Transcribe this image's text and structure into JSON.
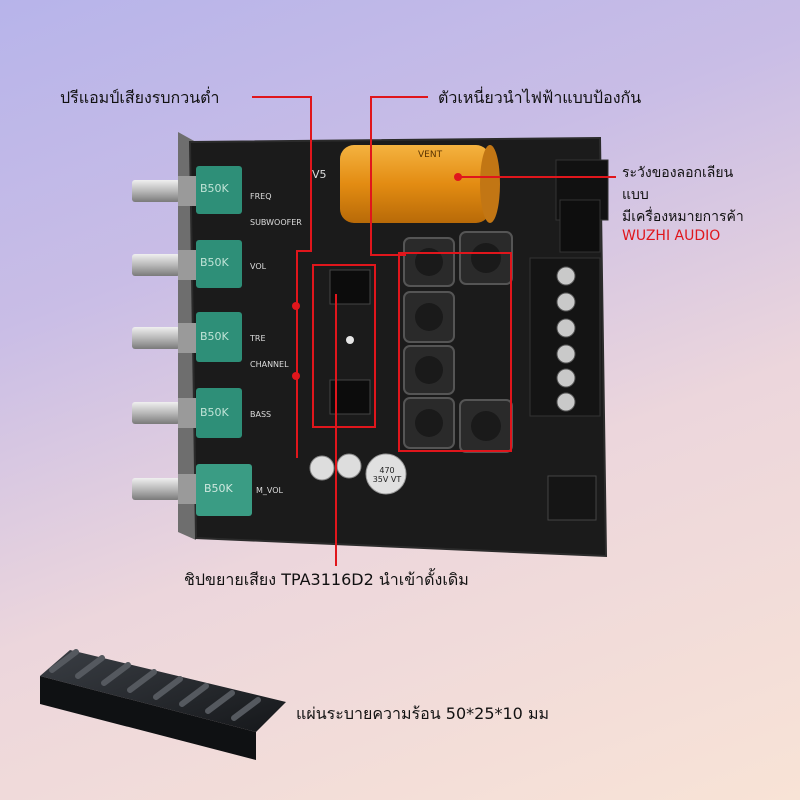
{
  "labels": {
    "preamp": "ปรีแอมป์เสียงรบกวนต่ำ",
    "capacitor": "ตัวเหนี่ยวนำไฟฟ้าแบบป้องกัน",
    "fake_line1": "ระวังของลอกเลียน",
    "fake_line2": "แบบ",
    "fake_line3": "มีเครื่องหมายการค้า",
    "brand": "WUZHI AUDIO",
    "chip": "ชิปขยายเสียง TPA3116D2 นำเข้าดั้งเดิม",
    "heatsink": "แผ่นระบายความร้อน 50*25*10 มม"
  },
  "board_text": {
    "pot_value": "B50K",
    "version": "V5",
    "knob_labels": [
      "FREQ",
      "SUBWOOFER",
      "VOL",
      "TRE",
      "CHANNEL",
      "BASS",
      "M_VOL"
    ],
    "cap_text": "470 35V VT",
    "vent": "VENT"
  },
  "colors": {
    "accent": "#e0161c",
    "pcb": "#1c1c1c",
    "pot": "#2e8f78",
    "capacitor": "#e8961e"
  }
}
